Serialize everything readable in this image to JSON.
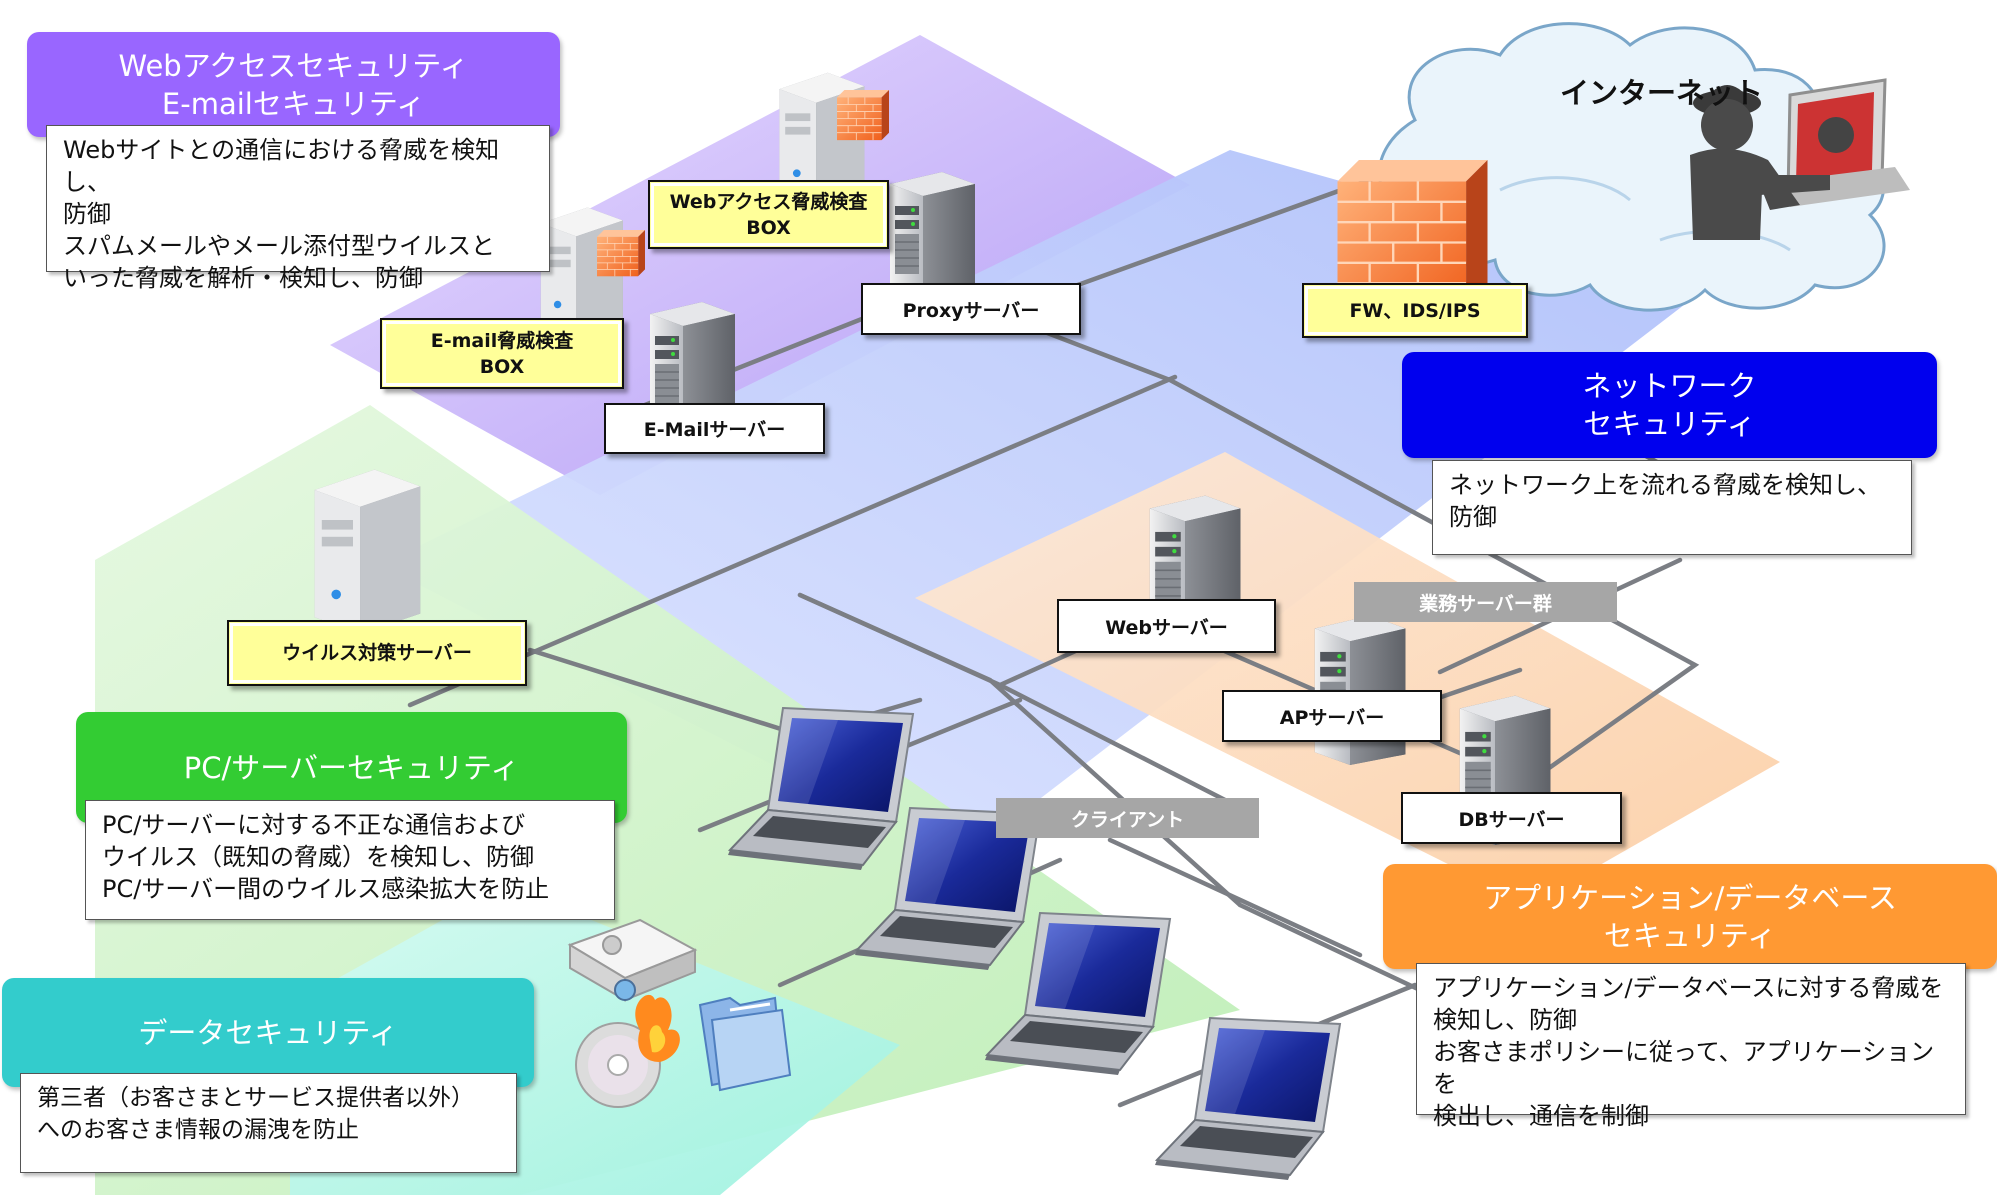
{
  "zones": {
    "web_email": {
      "title_line1": "Webアクセスセキュリティ",
      "title_line2": "E-mailセキュリティ",
      "color": "#9966ff",
      "description": "Webサイトとの通信における脅威を検知し、\n防御\nスパムメールやメール添付型ウイルスと\nいった脅威を解析・検知し、防御"
    },
    "network": {
      "title_line1": "ネットワーク",
      "title_line2": "セキュリティ",
      "color": "#0000ee",
      "description": "ネットワーク上を流れる脅威を検知し、\n防御"
    },
    "pc_server": {
      "title": "PC/サーバーセキュリティ",
      "color": "#33cc33",
      "description": "PC/サーバーに対する不正な通信および\nウイルス（既知の脅威）を検知し、防御\nPC/サーバー間のウイルス感染拡大を防止"
    },
    "app_db": {
      "title_line1": "アプリケーション/データベース",
      "title_line2": "セキュリティ",
      "color": "#ff9933",
      "description": "アプリケーション/データベースに対する脅威を\n検知し、防御\nお客さまポリシーに従って、アプリケーションを\n検出し、通信を制御"
    },
    "data": {
      "title": "データセキュリティ",
      "color": "#33cccc",
      "description": "第三者（お客さまとサービス提供者以外）\nへのお客さま情報の漏洩を防止"
    }
  },
  "nodes": {
    "internet": "インターネット",
    "web_access_box_line1": "Webアクセス脅威検査",
    "web_access_box_line2": "BOX",
    "email_box_line1": "E-mail脅威検査",
    "email_box_line2": "BOX",
    "proxy_server": "Proxyサーバー",
    "email_server": "E-Mailサーバー",
    "fw": "FW、IDS/IPS",
    "antivirus_server": "ウイルス対策サーバー",
    "web_server": "Webサーバー",
    "ap_server": "APサーバー",
    "db_server": "DBサーバー",
    "business_servers": "業務サーバー群",
    "client": "クライアント"
  },
  "icons": [
    "cloud-icon",
    "hacker-icon",
    "firewall-icon",
    "server-icon",
    "laptop-icon",
    "projector-icon",
    "disc-icon",
    "folder-icon"
  ]
}
